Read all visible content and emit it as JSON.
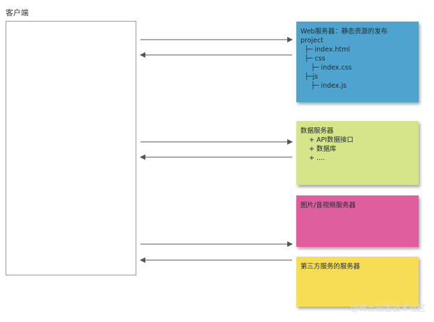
{
  "client": {
    "label": "客户端"
  },
  "servers": {
    "web": {
      "title": "Web服务器：静态资源的发布",
      "lines": [
        "project",
        "  ├─ index.html",
        "  ├─ css",
        "     ├─ index.css",
        "  ├─js",
        "     ├─ index.js"
      ],
      "color": "#4fa3cf"
    },
    "data": {
      "title": "数据服务器",
      "lines": [
        "    + API数据接口",
        "    + 数据库",
        "    + ...."
      ],
      "color": "#d6e48a"
    },
    "media": {
      "title": "图片/音视频服务器",
      "color": "#de5f9e"
    },
    "third": {
      "title": "第三方服务的服务器",
      "color": "#f7dc55"
    }
  },
  "watermark": "@稀土掘金技术社区"
}
